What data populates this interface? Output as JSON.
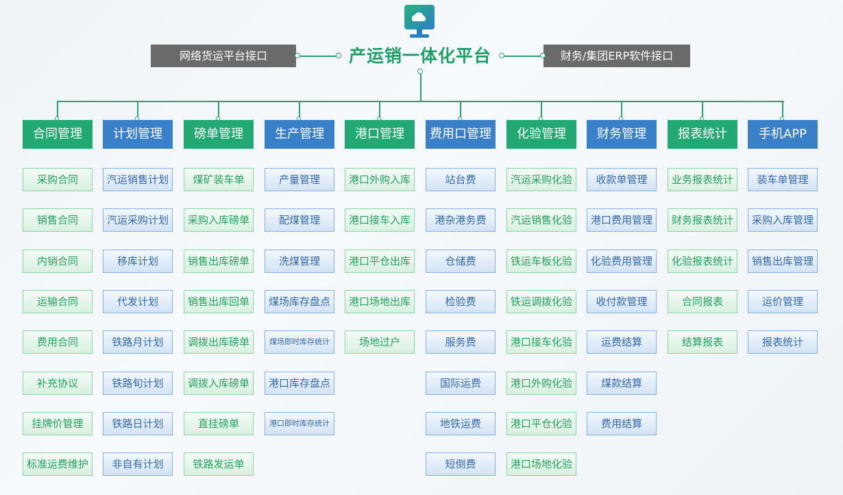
{
  "header": {
    "title": "产运销一体化平台",
    "left_interface": "网络货运平台接口",
    "right_interface": "财务/集团ERP软件接口",
    "logo_icon": "cloud-monitor-icon"
  },
  "colors": {
    "green": "#22a872",
    "blue": "#3a80c8",
    "interface": "#6a6a6a"
  },
  "modules": [
    {
      "label": "合同管理",
      "theme": "green",
      "items": [
        "采购合同",
        "销售合同",
        "内销合同",
        "运输合同",
        "费用合同",
        "补充协议",
        "挂牌价管理",
        "标准运费维护"
      ]
    },
    {
      "label": "计划管理",
      "theme": "blue",
      "items": [
        "汽运销售计划",
        "汽运采购计划",
        "移库计划",
        "代发计划",
        "铁路月计划",
        "铁路旬计划",
        "铁路日计划",
        "非自有计划"
      ]
    },
    {
      "label": "磅单管理",
      "theme": "green",
      "items": [
        "煤矿装车单",
        "采购入库磅单",
        "销售出库磅单",
        "销售出库回单",
        "调拨出库磅单",
        "调拨入库磅单",
        "直挂磅单",
        "铁路发运单"
      ]
    },
    {
      "label": "生产管理",
      "theme": "blue",
      "items": [
        "产量管理",
        "配煤管理",
        "洗煤管理",
        "煤场库存盘点",
        "煤场即时库存统计",
        "港口库存盘点",
        "港口即时库存统计"
      ]
    },
    {
      "label": "港口管理",
      "theme": "green",
      "items": [
        "港口外购入库",
        "港口接车入库",
        "港口平仓出库",
        "港口场地出库",
        "场地过户"
      ]
    },
    {
      "label": "费用口管理",
      "theme": "blue",
      "items": [
        "站台费",
        "港杂港务费",
        "仓储费",
        "检验费",
        "服务费",
        "国际运费",
        "地铁运费",
        "短倒费"
      ]
    },
    {
      "label": "化验管理",
      "theme": "green",
      "items": [
        "汽运采购化验",
        "汽运销售化验",
        "铁运车板化验",
        "铁运调拨化验",
        "港口接车化验",
        "港口外购化验",
        "港口平仓化验",
        "港口场地化验"
      ]
    },
    {
      "label": "财务管理",
      "theme": "blue",
      "items": [
        "收款单管理",
        "港口费用管理",
        "化验费用管理",
        "收付款管理",
        "运费结算",
        "煤款结算",
        "费用结算"
      ]
    },
    {
      "label": "报表统计",
      "theme": "green",
      "items": [
        "业务报表统计",
        "财务报表统计",
        "化验报表统计",
        "合同报表",
        "结算报表"
      ]
    },
    {
      "label": "手机APP",
      "theme": "blue",
      "items": [
        "装车单管理",
        "采购入库管理",
        "销售出库管理",
        "运价管理",
        "报表统计"
      ]
    }
  ]
}
